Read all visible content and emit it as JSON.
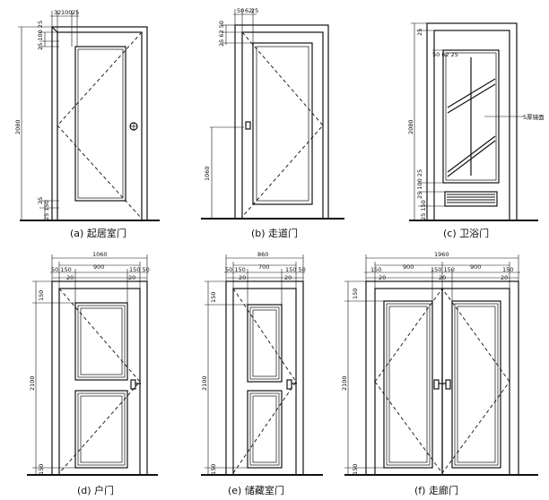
{
  "doors": [
    {
      "caption": "(a) 起居室门",
      "dims": {
        "top_a": "32",
        "top_b": "100",
        "top_c": "25",
        "left_upper": "25 100 25",
        "height": "2080",
        "left_lower": "25",
        "bottom": "25 150"
      }
    },
    {
      "caption": "(b) 走道门",
      "dims": {
        "top_a": "50",
        "top_b": "62",
        "top_c": "25",
        "left_upper": "25 62 50",
        "handle": "1060"
      }
    },
    {
      "caption": "(c) 卫浴门",
      "note": "5厚镜面",
      "dims": {
        "left_top": "25",
        "top_row": "50 62 25",
        "height": "2080",
        "left_lower": "25 100 25",
        "bottom": "25 150"
      }
    },
    {
      "caption": "(d) 户门",
      "dims": {
        "overall": "1060",
        "clear": "900",
        "seg_l": "50 150",
        "seg_r": "150 50",
        "sub_l": "20",
        "sub_r": "20",
        "height": "2100",
        "top_rail": "150",
        "bottom_rail": "150"
      }
    },
    {
      "caption": "(e) 储藏室门",
      "dims": {
        "overall": "860",
        "clear": "700",
        "seg_l": "50 150",
        "seg_r": "150 50",
        "sub_l": "20",
        "sub_r": "20",
        "height": "2100",
        "top_rail": "150",
        "bottom_rail": "150"
      }
    },
    {
      "caption": "(f) 走廊门",
      "dims": {
        "overall": "1960",
        "clear_l": "900",
        "clear_r": "900",
        "seg_l": "150",
        "seg_m": "150 150",
        "seg_r": "150",
        "sub_l": "20",
        "sub_m": "20",
        "sub_r": "20",
        "height": "2100",
        "top_rail": "150",
        "bottom_rail": "150"
      }
    }
  ]
}
